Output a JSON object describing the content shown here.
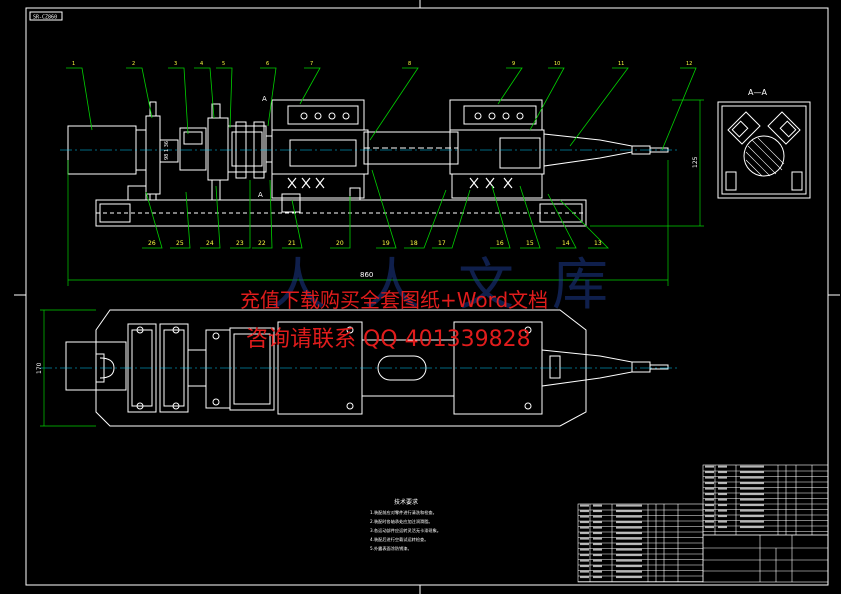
{
  "drawing": {
    "title_box": "SR-CZ860",
    "section_label": "A—A",
    "view_marker_a": "A",
    "dimension_length": "860",
    "dimension_height_side": "125",
    "dimension_height_top": "170",
    "dimension_small_left": "98 1 36",
    "callouts_top": [
      "1",
      "2",
      "3",
      "4",
      "5",
      "6",
      "7",
      "8",
      "9",
      "10",
      "11",
      "12"
    ],
    "callouts_bottom": [
      "13",
      "14",
      "15",
      "16",
      "17",
      "18",
      "19",
      "20",
      "21",
      "22",
      "23",
      "24",
      "25",
      "26"
    ],
    "notes_title": "技术要求",
    "notes": [
      "1.装配前应对零件进行清洗和检查。",
      "2.装配时各轴承处应加注润滑脂。",
      "3.各运动部件应运转灵活无卡滞现象。",
      "4.装配后进行空载试运转检查。",
      "5.外露表面涂防锈漆。"
    ]
  },
  "watermark": {
    "line1": "充值下载购买全套图纸+Word文档",
    "line2": "咨询请联系  QQ 401339828",
    "logo_text": "人人文库"
  },
  "colors": {
    "background": "#000000",
    "line": "#ffffff",
    "leader": "#00d000",
    "callout": "#ffff40",
    "watermark": "#e01c1c",
    "logo": "#1d3a8a"
  }
}
